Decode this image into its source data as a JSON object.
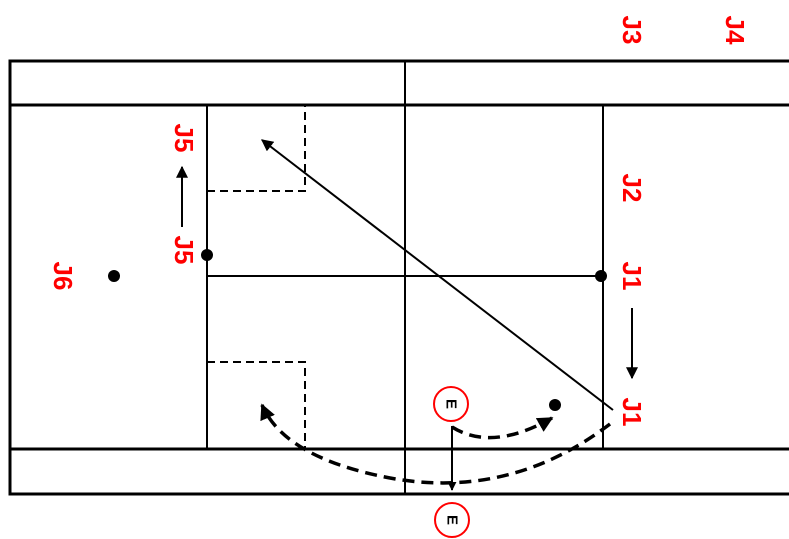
{
  "players": {
    "j1_top": "J1",
    "j1_bottom": "J1",
    "j2": "J2",
    "j3": "J3",
    "j4": "J4",
    "j5_top": "J5",
    "j5_bottom": "J5",
    "j6": "J6"
  },
  "coach": {
    "top": "E",
    "bottom": "E"
  },
  "colors": {
    "label": "#ff0000",
    "lines": "#000000",
    "background": "#ffffff"
  }
}
